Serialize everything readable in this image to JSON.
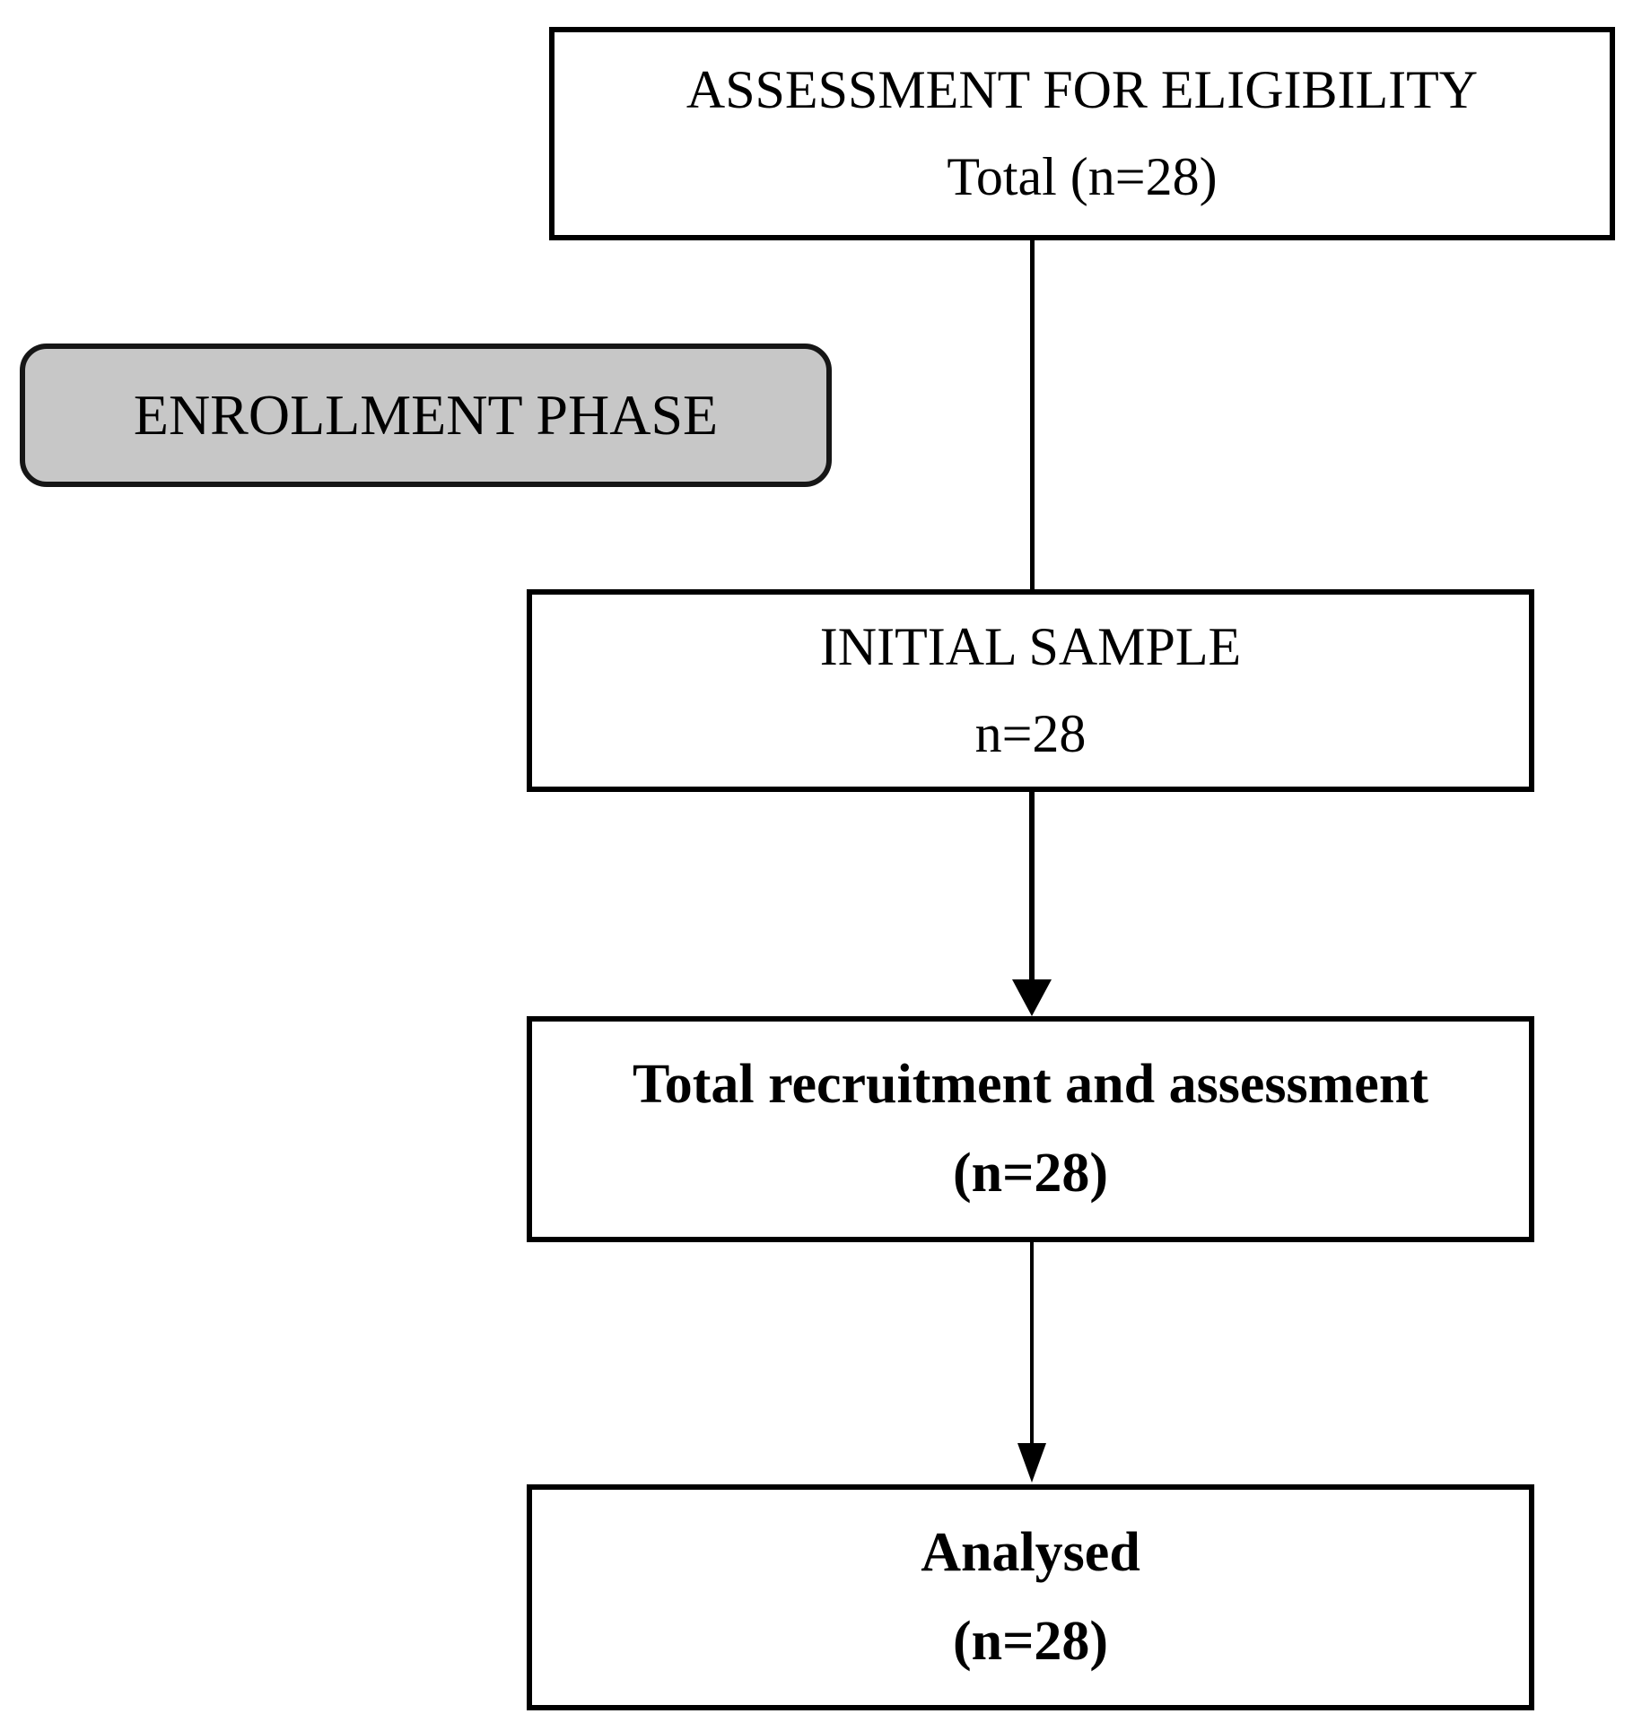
{
  "diagram": {
    "eligibility": {
      "title": "ASSESSMENT FOR ELIGIBILITY",
      "count": "Total (n=28)"
    },
    "phase": {
      "label": "ENROLLMENT PHASE"
    },
    "initial_sample": {
      "title": "INITIAL SAMPLE",
      "count": "n=28"
    },
    "recruitment": {
      "title": "Total recruitment and assessment",
      "count": "(n=28)"
    },
    "analysed": {
      "title": "Analysed",
      "count": "(n=28)"
    },
    "colors": {
      "background": "#ffffff",
      "box_fill": "#ffffff",
      "box_border": "#000000",
      "text": "#000000",
      "phase_fill": "#c7c7c7",
      "phase_border": "#161616",
      "connector": "#000000"
    }
  }
}
